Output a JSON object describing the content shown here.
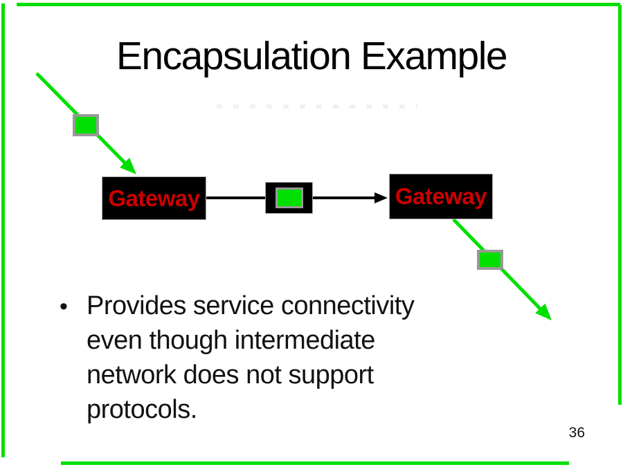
{
  "slide": {
    "title": "Encapsulation Example",
    "page_number": "36"
  },
  "diagram": {
    "gateway_left": {
      "label": "Gateway"
    },
    "gateway_right": {
      "label": "Gateway"
    },
    "packets": [
      {
        "name": "incoming-packet-icon"
      },
      {
        "name": "encapsulated-packet-icon"
      },
      {
        "name": "outgoing-packet-icon"
      }
    ],
    "arrows": [
      {
        "name": "incoming-packet-arrow",
        "direction": "down-right"
      },
      {
        "name": "gateway-link-arrow",
        "direction": "right"
      },
      {
        "name": "outgoing-packet-arrow",
        "direction": "down-right"
      }
    ]
  },
  "bullet": {
    "marker": "•",
    "lines": [
      "Provides service connectivity",
      "even though intermediate",
      "network does not support",
      "protocols."
    ]
  },
  "palette": {
    "accent_green": "#00DF00",
    "packet_border_gray": "#999999",
    "gateway_text_red": "#CC0000",
    "node_black": "#000000",
    "background": "#FFFFFF"
  }
}
